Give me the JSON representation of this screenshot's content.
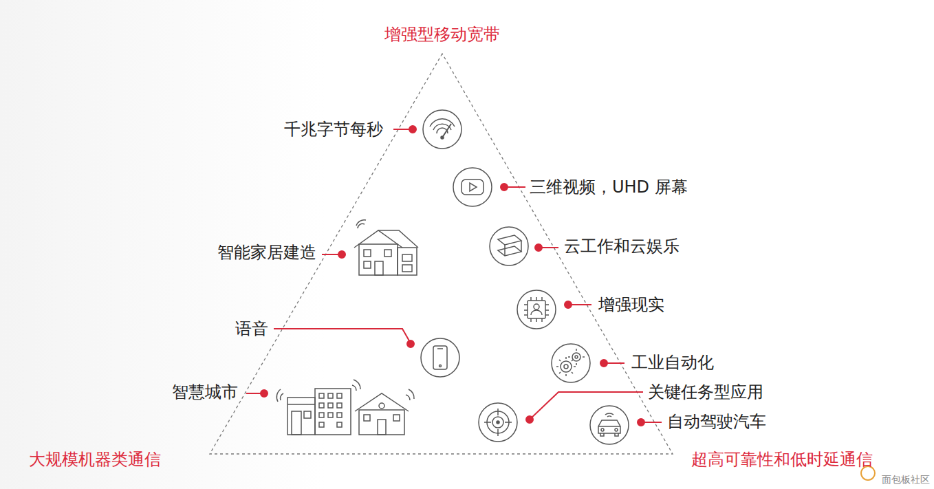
{
  "diagram": {
    "labels": [
      "增强型移动宽带",
      "千兆字节每秒",
      "三维视频，UHD 屏幕",
      "智能家居建造",
      "云工作和云娱乐",
      "增强现实",
      "语音",
      "工业自动化",
      "关键任务型应用",
      "智慧城市",
      "自动驾驶汽车",
      "大规模机器类通信",
      "超高可靠性和低时延通信",
      "面包板社区"
    ]
  }
}
